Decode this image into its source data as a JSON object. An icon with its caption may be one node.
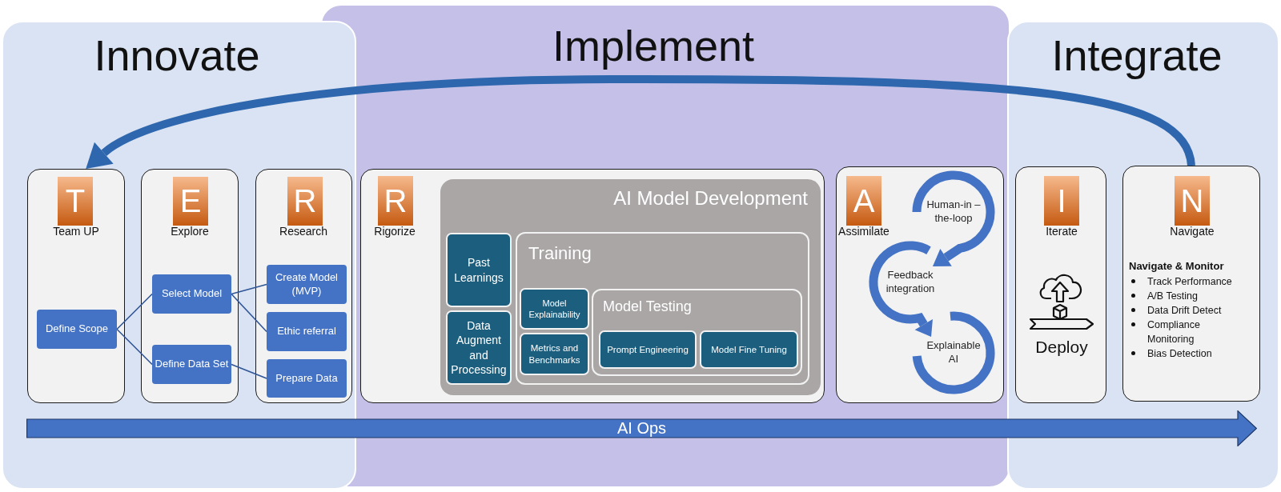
{
  "diagram": {
    "nodes": [
      {
        "text": [
          "Innovate"
        ]
      },
      {
        "text": [
          "Team UP"
        ],
        "in": 0
      },
      {
        "text": [
          "T"
        ],
        "in": 1
      },
      {
        "text": [
          "Define Scope"
        ],
        "in": 1
      },
      {
        "text": [
          "Explore"
        ],
        "in": 0
      },
      {
        "text": [
          "E"
        ],
        "in": 4
      },
      {
        "text": [
          "Select Model"
        ],
        "in": 4
      },
      {
        "text": [
          "Define Data Set"
        ],
        "in": 4
      },
      {
        "text": [
          "Research"
        ],
        "in": 0
      },
      {
        "text": [
          "R"
        ],
        "in": 8
      },
      {
        "text": [
          "Create Model (MVP)"
        ],
        "in": 8
      },
      {
        "text": [
          "Ethic referral"
        ],
        "in": 8
      },
      {
        "text": [
          "Prepare Data"
        ],
        "in": 8
      },
      {
        "text": [
          "Implement"
        ]
      },
      {
        "text": [
          "Rigorize"
        ],
        "in": 13
      },
      {
        "text": [
          "R"
        ],
        "in": 14
      },
      {
        "text": [
          "AI Model Development"
        ],
        "in": 14
      },
      {
        "text": [
          "Past Learnings"
        ],
        "in": 16
      },
      {
        "text": [
          "Data Augment and Processing"
        ],
        "in": 16
      },
      {
        "text": [
          "Training"
        ],
        "in": 16
      },
      {
        "text": [
          "Model Explainability"
        ],
        "in": 19
      },
      {
        "text": [
          "Metrics and Benchmarks"
        ],
        "in": 19
      },
      {
        "text": [
          "Model Testing"
        ],
        "in": 19
      },
      {
        "text": [
          "Prompt Engineering"
        ],
        "in": 22
      },
      {
        "text": [
          "Model Fine Tuning"
        ],
        "in": 22
      },
      {
        "text": [
          "Assimilate"
        ],
        "in": 13
      },
      {
        "text": [
          "A"
        ],
        "in": 25
      },
      {
        "text": [
          "Human-in – the-loop"
        ],
        "in": 25
      },
      {
        "text": [
          "Feedback integration"
        ],
        "in": 25
      },
      {
        "text": [
          "Explainable AI"
        ],
        "in": 25
      },
      {
        "text": [
          "Integrate"
        ]
      },
      {
        "text": [
          "Iterate",
          "Deploy"
        ],
        "in": 30
      },
      {
        "text": [
          "I"
        ],
        "in": 31
      },
      {
        "text": [
          "Navigate",
          "Navigate & Monitor",
          "Track Performance",
          "A/B Testing",
          "Data Drift Detect",
          "Compliance Monitoring",
          "Bias Detection"
        ],
        "in": 30
      },
      {
        "text": [
          "N"
        ],
        "in": 33
      },
      {
        "text": [
          "AI Ops"
        ]
      }
    ],
    "edges": [
      {
        "from": 3,
        "to": 6,
        "arrow": "none"
      },
      {
        "from": 3,
        "to": 7,
        "arrow": "none"
      },
      {
        "from": 6,
        "to": 10,
        "arrow": "none"
      },
      {
        "from": 6,
        "to": 11,
        "arrow": "none"
      },
      {
        "from": 7,
        "to": 12,
        "arrow": "none"
      },
      {
        "from": 27,
        "to": 28,
        "arrow": "to",
        "style": "thick",
        "color": "#4472c4"
      },
      {
        "from": 28,
        "to": 29,
        "arrow": "to",
        "style": "thick",
        "color": "#4472c4"
      },
      {
        "from": 33,
        "to": 1,
        "arrow": "to",
        "style": "thick",
        "color": "#2e67ad"
      }
    ]
  }
}
